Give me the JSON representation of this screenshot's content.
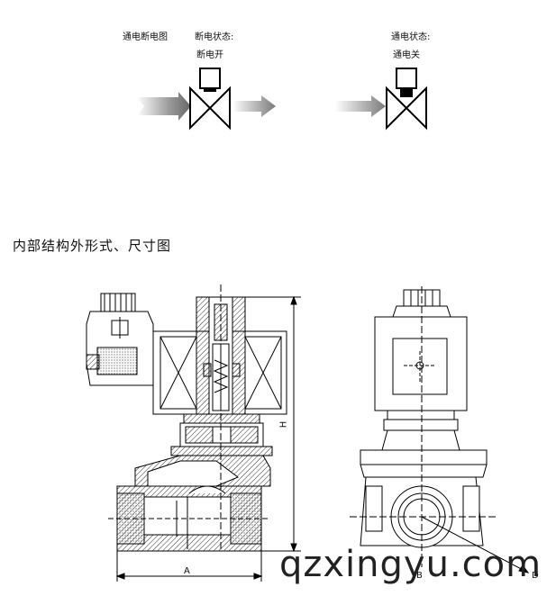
{
  "top": {
    "off_diagram_label": "通电断电图",
    "off_state_label": "断电状态:",
    "off_state_value": "断电开",
    "on_state_label": "通电状态:",
    "on_state_value": "通电关"
  },
  "section_title": "内部结构外形式、尺寸图",
  "dimensions": {
    "height": "H",
    "width_a": "A",
    "width_b": "B",
    "diameter": "D"
  },
  "watermark": "qzxingyu.com"
}
